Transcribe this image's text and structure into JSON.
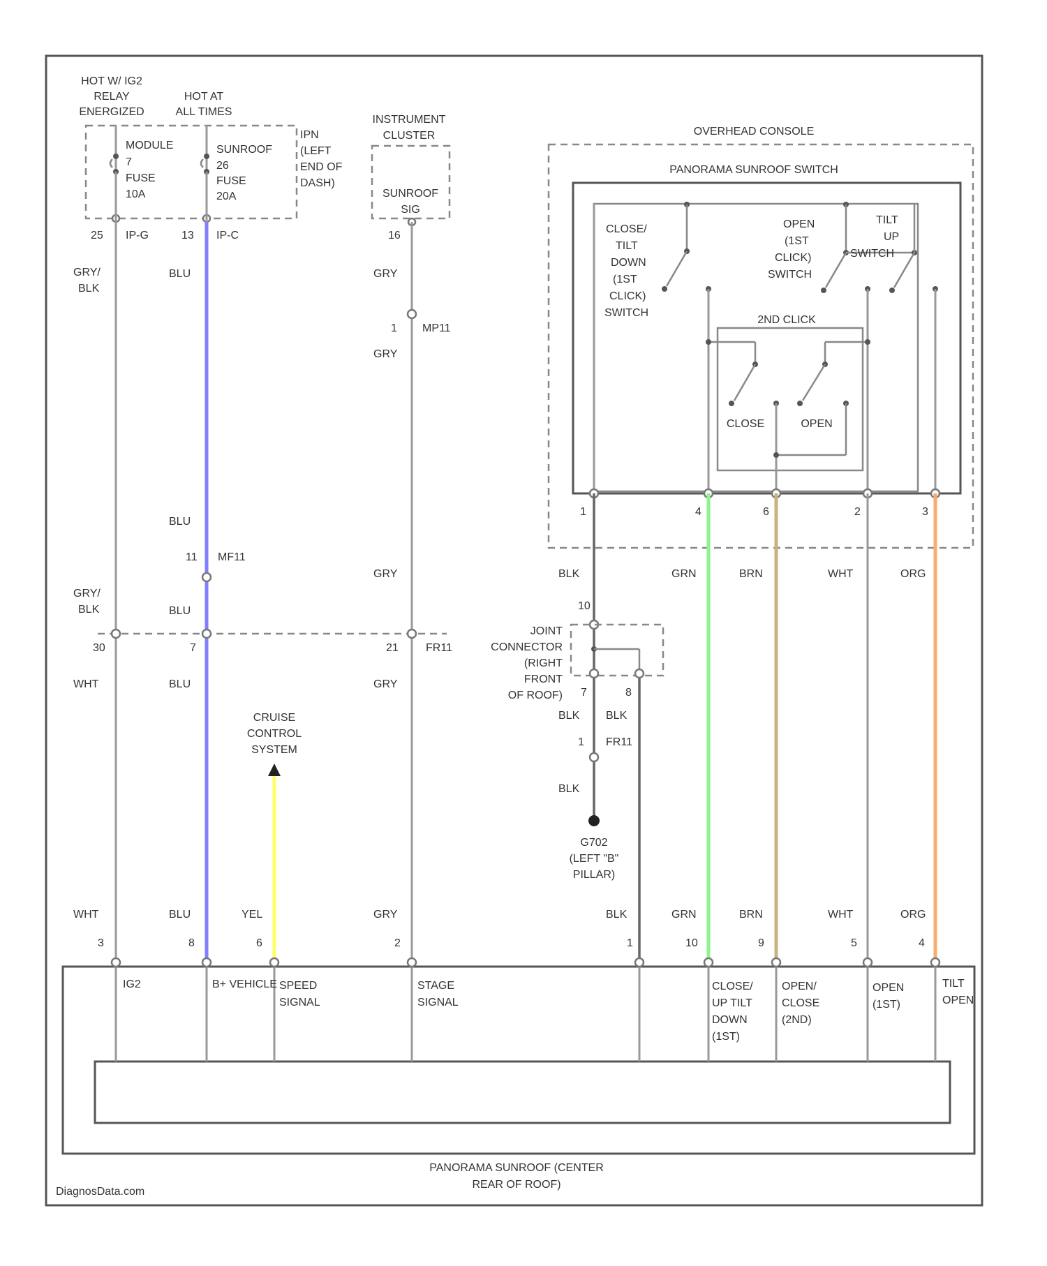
{
  "sources": {
    "hot_relay": [
      "HOT W/ IG2",
      "RELAY",
      "ENERGIZED"
    ],
    "hot_all": [
      "HOT AT",
      "ALL TIMES"
    ],
    "module_fuse": [
      "MODULE",
      "7",
      "FUSE",
      "10A"
    ],
    "sunroof_fuse": [
      "SUNROOF",
      "26",
      "FUSE",
      "20A"
    ],
    "ipn": [
      "IPN",
      "(LEFT",
      "END OF",
      "DASH)"
    ],
    "instrument_cluster": [
      "INSTRUMENT",
      "CLUSTER"
    ],
    "sunroof_sig": [
      "SUNROOF",
      "SIG"
    ]
  },
  "pins_top": {
    "p25": "25",
    "p25_conn": "IP-G",
    "p13": "13",
    "p13_conn": "IP-C",
    "p16": "16",
    "p1": "1",
    "conn_mp11": "MP11",
    "p11": "11",
    "conn_mf11": "MF11"
  },
  "overhead": {
    "title": "OVERHEAD CONSOLE",
    "switch_title": "PANORAMA SUNROOF SWITCH",
    "close_tilt": [
      "CLOSE/",
      "TILT",
      "DOWN",
      "(1ST",
      "CLICK)",
      "SWITCH"
    ],
    "open_1st": [
      "OPEN",
      "(1ST",
      "CLICK)",
      "SWITCH"
    ],
    "tilt_up": [
      "TILT",
      "UP",
      "SWITCH"
    ],
    "second_click": "2ND CLICK",
    "close": "CLOSE",
    "open": "OPEN",
    "pins": [
      "1",
      "4",
      "6",
      "2",
      "3"
    ]
  },
  "wires": {
    "gry_blk": [
      "GRY/",
      "BLK"
    ],
    "blu": "BLU",
    "gry": "GRY",
    "wht": "WHT",
    "yel": "YEL",
    "blk": "BLK",
    "grn": "GRN",
    "brn": "BRN",
    "org": "ORG"
  },
  "colors": {
    "blu": "#7f7fff",
    "yel": "#ffff66",
    "grn": "#8ef58e",
    "brn": "#c8b183",
    "org": "#f8ad6e"
  },
  "mid_pins": {
    "p30": "30",
    "p7": "7",
    "p21": "21",
    "conn_fr11": "FR11"
  },
  "joint": {
    "pin10": "10",
    "label": [
      "JOINT",
      "CONNECTOR",
      "(RIGHT",
      "FRONT",
      "OF ROOF)"
    ],
    "pin7": "7",
    "pin8": "8",
    "pin1": "1",
    "conn_fr11": "FR11",
    "ground": [
      "G702",
      "(LEFT \"B\"",
      "PILLAR)"
    ]
  },
  "cruise": [
    "CRUISE",
    "CONTROL",
    "SYSTEM"
  ],
  "bottom_pins": [
    "3",
    "8",
    "6",
    "2",
    "1",
    "10",
    "9",
    "5",
    "4"
  ],
  "module": {
    "ig2": "IG2",
    "b_vehicle": "B+ VEHICLE",
    "speed": [
      "SPEED",
      "SIGNAL"
    ],
    "stage": [
      "STAGE",
      "SIGNAL"
    ],
    "close_up": [
      "CLOSE/",
      "UP TILT",
      "DOWN",
      "(1ST)"
    ],
    "open_close": [
      "OPEN/",
      "CLOSE",
      "(2ND)"
    ],
    "open_1st": [
      "OPEN",
      "(1ST)"
    ],
    "tilt_open": [
      "TILT",
      "OPEN"
    ],
    "title": [
      "PANORAMA SUNROOF (CENTER",
      "REAR OF ROOF)"
    ]
  },
  "footer": "DiagnosData.com"
}
